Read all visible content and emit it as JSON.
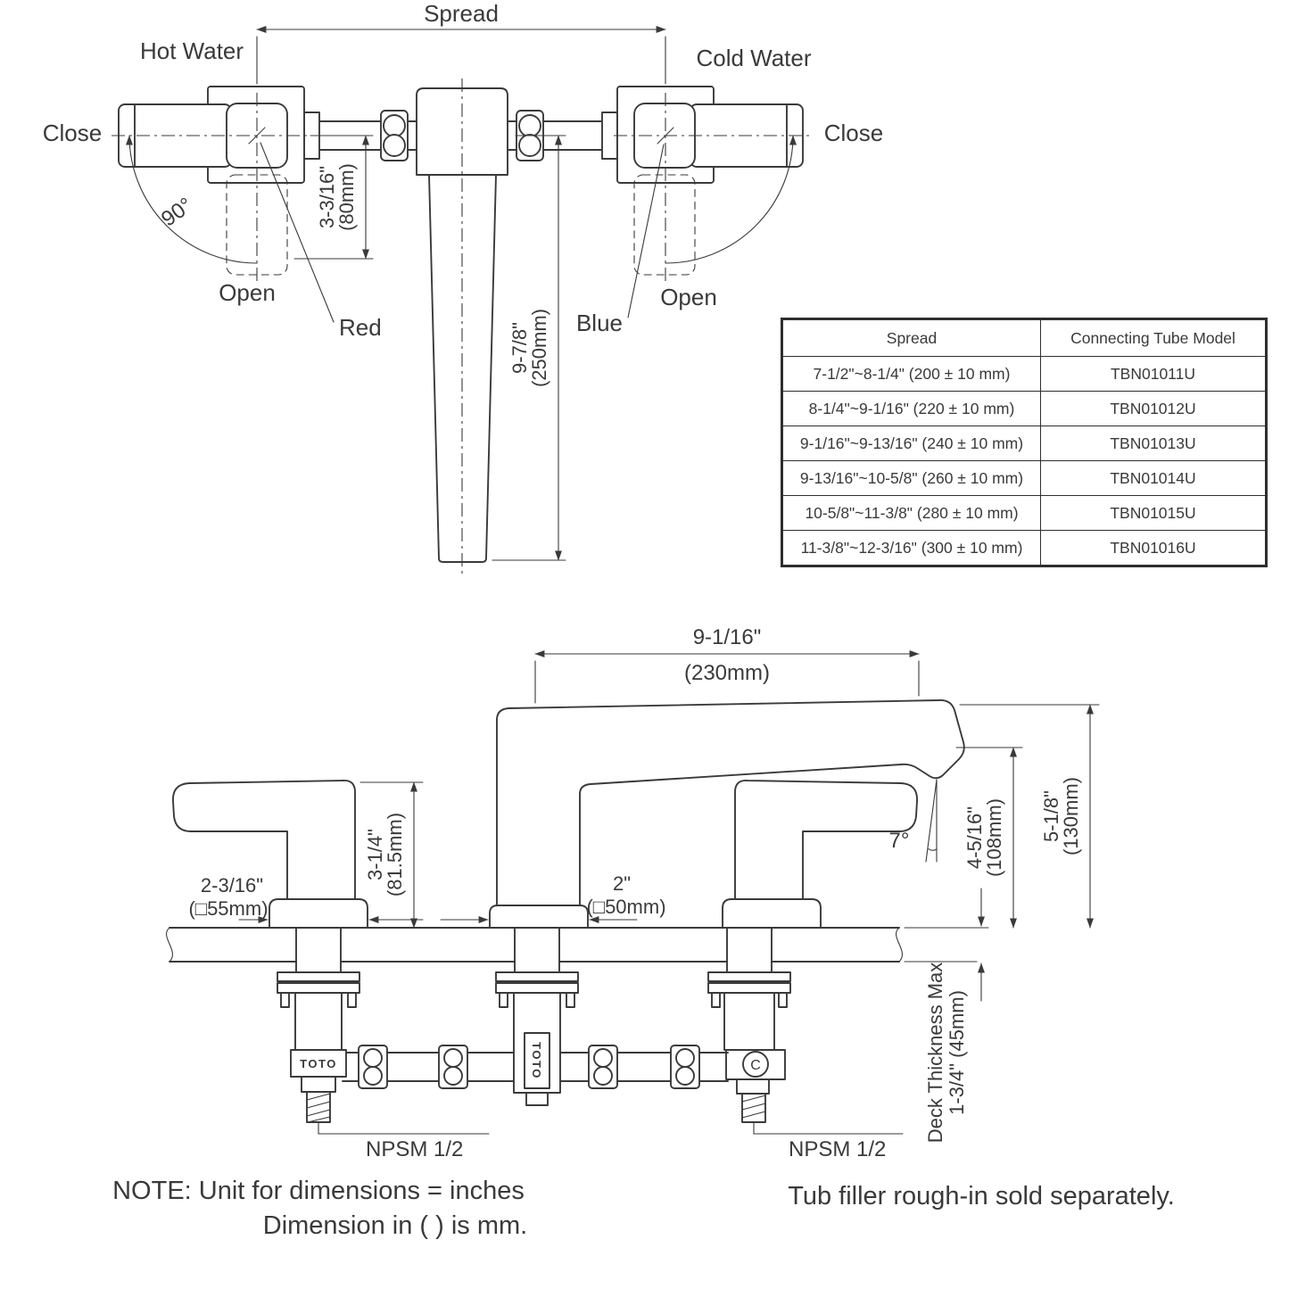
{
  "top_view": {
    "spread_label": "Spread",
    "hot_water": "Hot Water",
    "cold_water": "Cold Water",
    "close_left": "Close",
    "close_right": "Close",
    "open_left": "Open",
    "open_right": "Open",
    "angle_90": "90°",
    "red_label": "Red",
    "blue_label": "Blue",
    "dim_handle_in": "3-3/16\"",
    "dim_handle_mm": "(80mm)",
    "dim_spout_in": "9-7/8\"",
    "dim_spout_mm": "(250mm)"
  },
  "spread_table": {
    "headers": [
      "Spread",
      "Connecting Tube Model"
    ],
    "rows": [
      {
        "spread": "7-1/2\"~8-1/4\" (200 ± 10 mm)",
        "model": "TBN01011U"
      },
      {
        "spread": "8-1/4\"~9-1/16\" (220 ± 10 mm)",
        "model": "TBN01012U"
      },
      {
        "spread": "9-1/16\"~9-13/16\" (240 ± 10 mm)",
        "model": "TBN01013U"
      },
      {
        "spread": "9-13/16\"~10-5/8\" (260 ± 10 mm)",
        "model": "TBN01014U"
      },
      {
        "spread": "10-5/8\"~11-3/8\" (280 ± 10 mm)",
        "model": "TBN01015U"
      },
      {
        "spread": "11-3/8\"~12-3/16\" (300 ± 10 mm)",
        "model": "TBN01016U"
      }
    ]
  },
  "side_view": {
    "dim_reach_in": "9-1/16\"",
    "dim_reach_mm": "(230mm)",
    "dim_handle_base_in": "2-3/16\"",
    "dim_handle_base_mm": "(□55mm)",
    "dim_handle_height_in": "3-1/4\"",
    "dim_handle_height_mm": "(81.5mm)",
    "dim_spout_base_in": "2\"",
    "dim_spout_base_mm": "(□50mm)",
    "angle_7": "7°",
    "dim_outlet_height_in": "4-5/16\"",
    "dim_outlet_height_mm": "(108mm)",
    "dim_total_height_in": "5-1/8\"",
    "dim_total_height_mm": "(130mm)",
    "deck_thickness_line1": "Deck Thickness Max",
    "deck_thickness_line2": "1-3/4\" (45mm)",
    "npsm_left": "NPSM 1/2",
    "npsm_right": "NPSM 1/2",
    "brand_left": "TOTO",
    "brand_center": "TOTO",
    "cold_mark": "C"
  },
  "notes": {
    "line1": "NOTE: Unit for dimensions = inches",
    "line2": "Dimension in ( ) is mm.",
    "tub_filler": "Tub filler rough-in sold separately."
  }
}
